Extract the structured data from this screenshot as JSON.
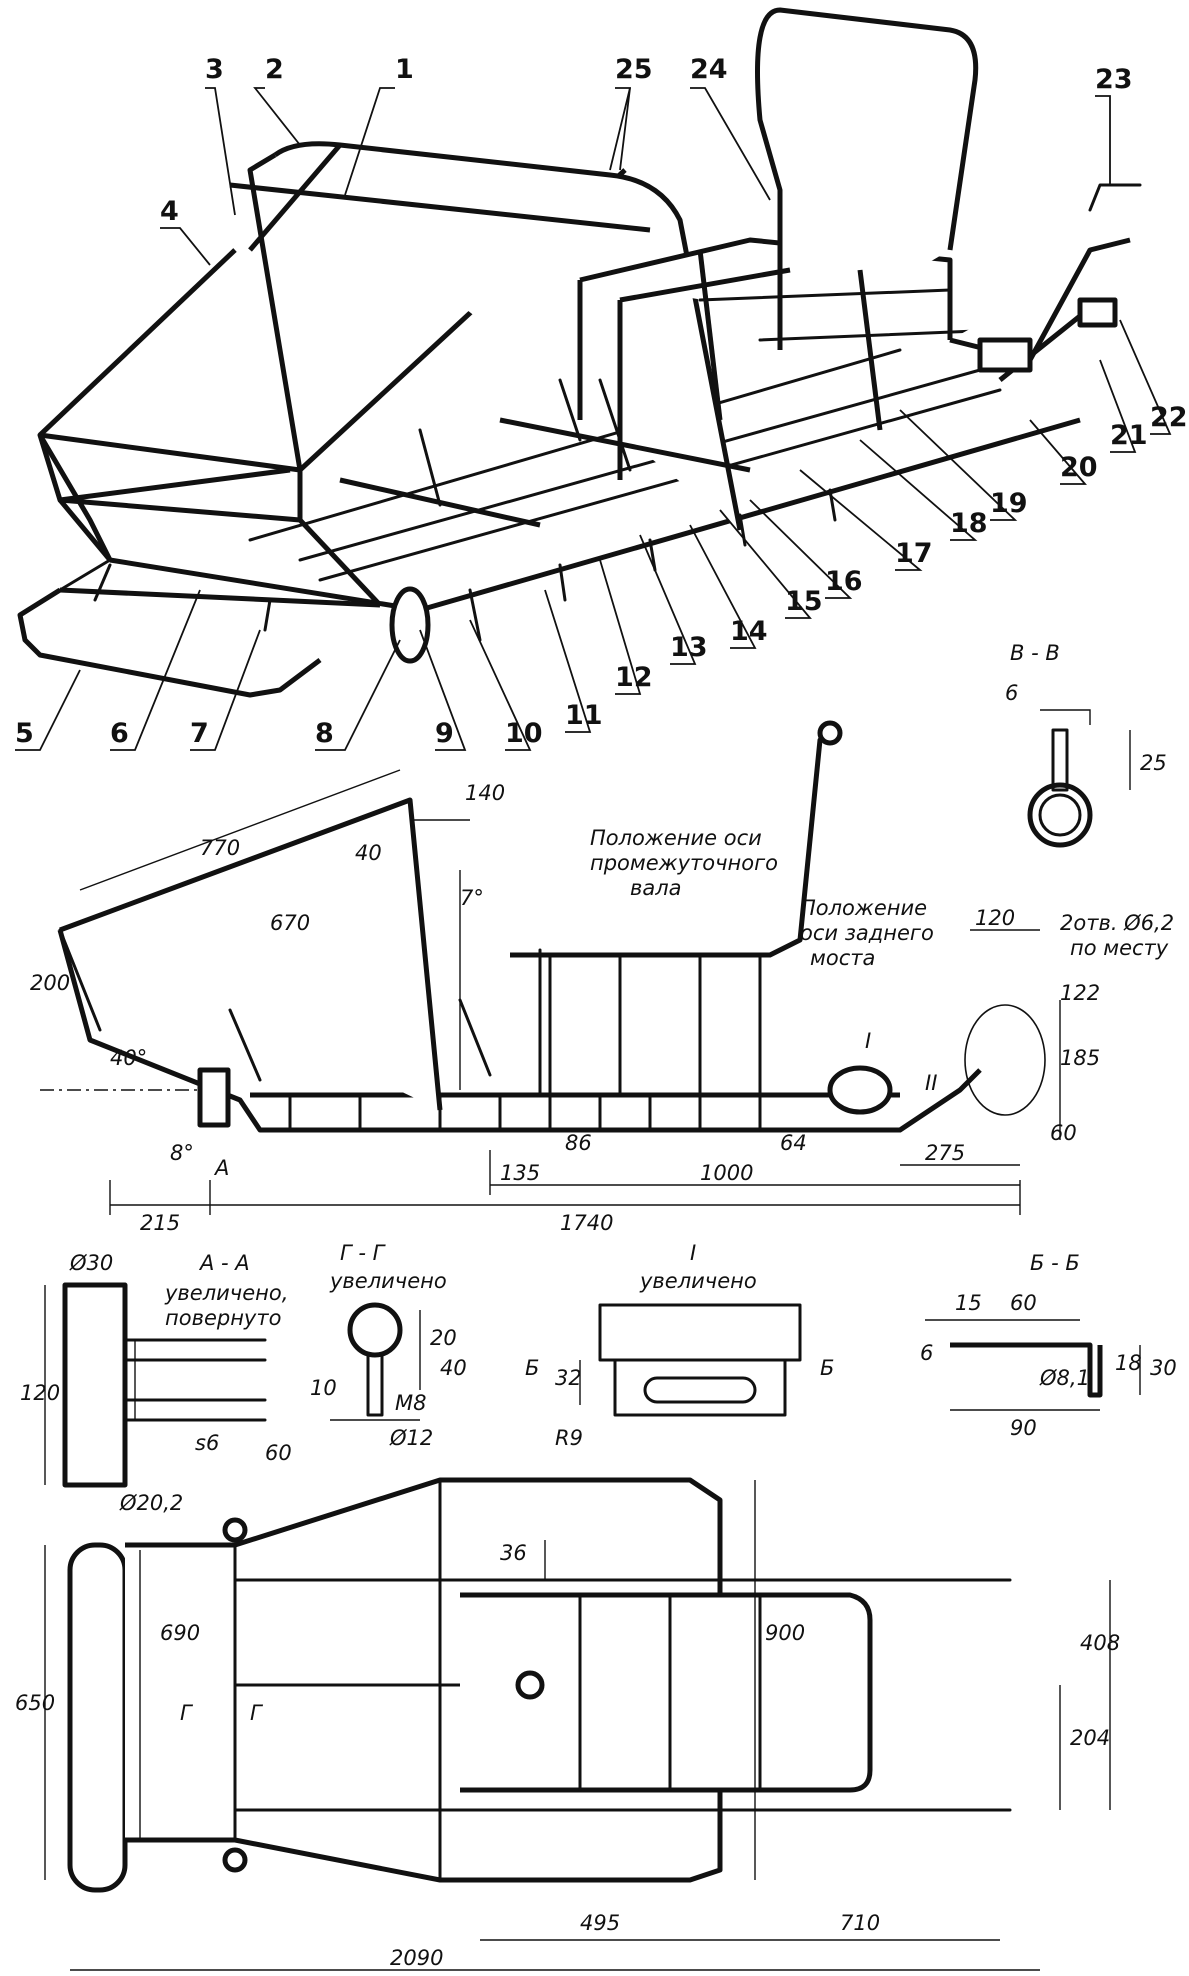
{
  "callouts": [
    "1",
    "2",
    "3",
    "4",
    "5",
    "6",
    "7",
    "8",
    "9",
    "10",
    "11",
    "12",
    "13",
    "14",
    "15",
    "16",
    "17",
    "18",
    "19",
    "20",
    "21",
    "22",
    "23",
    "24",
    "25"
  ],
  "side_view": {
    "dims": [
      "770",
      "140",
      "40",
      "7°",
      "670",
      "200",
      "40°",
      "8°",
      "215",
      "1740",
      "135",
      "86",
      "1000",
      "64",
      "275",
      "60",
      "120",
      "122",
      "185"
    ],
    "labels": {
      "shaft_axis": [
        "Положение оси",
        "промежуточного",
        "вала"
      ],
      "rear_axle": [
        "Положение",
        "оси заднего",
        "моста"
      ],
      "holes": [
        "2отв. Ø6,2",
        "по месту"
      ],
      "section_a": "A",
      "detail_i": "I",
      "detail_ii": "II"
    }
  },
  "section_vv": {
    "title": "В - В",
    "dims": [
      "6",
      "25"
    ]
  },
  "section_aa": {
    "title": "А - А",
    "subtitle": [
      "увеличено,",
      "повернуто"
    ],
    "dims": [
      "Ø30",
      "120",
      "60",
      "s6",
      "Ø20,2"
    ]
  },
  "section_gg": {
    "title": "Г - Г",
    "subtitle": "увеличено",
    "dims": [
      "20",
      "40",
      "10",
      "M8",
      "Ø12"
    ]
  },
  "detail_i": {
    "title": "I",
    "subtitle": "увеличено",
    "dims": [
      "32",
      "R9"
    ],
    "marks": [
      "Б",
      "Б"
    ]
  },
  "section_bb": {
    "title": "Б - Б",
    "dims": [
      "15",
      "60",
      "6",
      "18",
      "30",
      "Ø8,1",
      "90"
    ]
  },
  "plan_view": {
    "dims": [
      "36",
      "690",
      "650",
      "900",
      "408",
      "204",
      "495",
      "710",
      "2090"
    ],
    "marks": [
      "Г",
      "Г"
    ]
  }
}
